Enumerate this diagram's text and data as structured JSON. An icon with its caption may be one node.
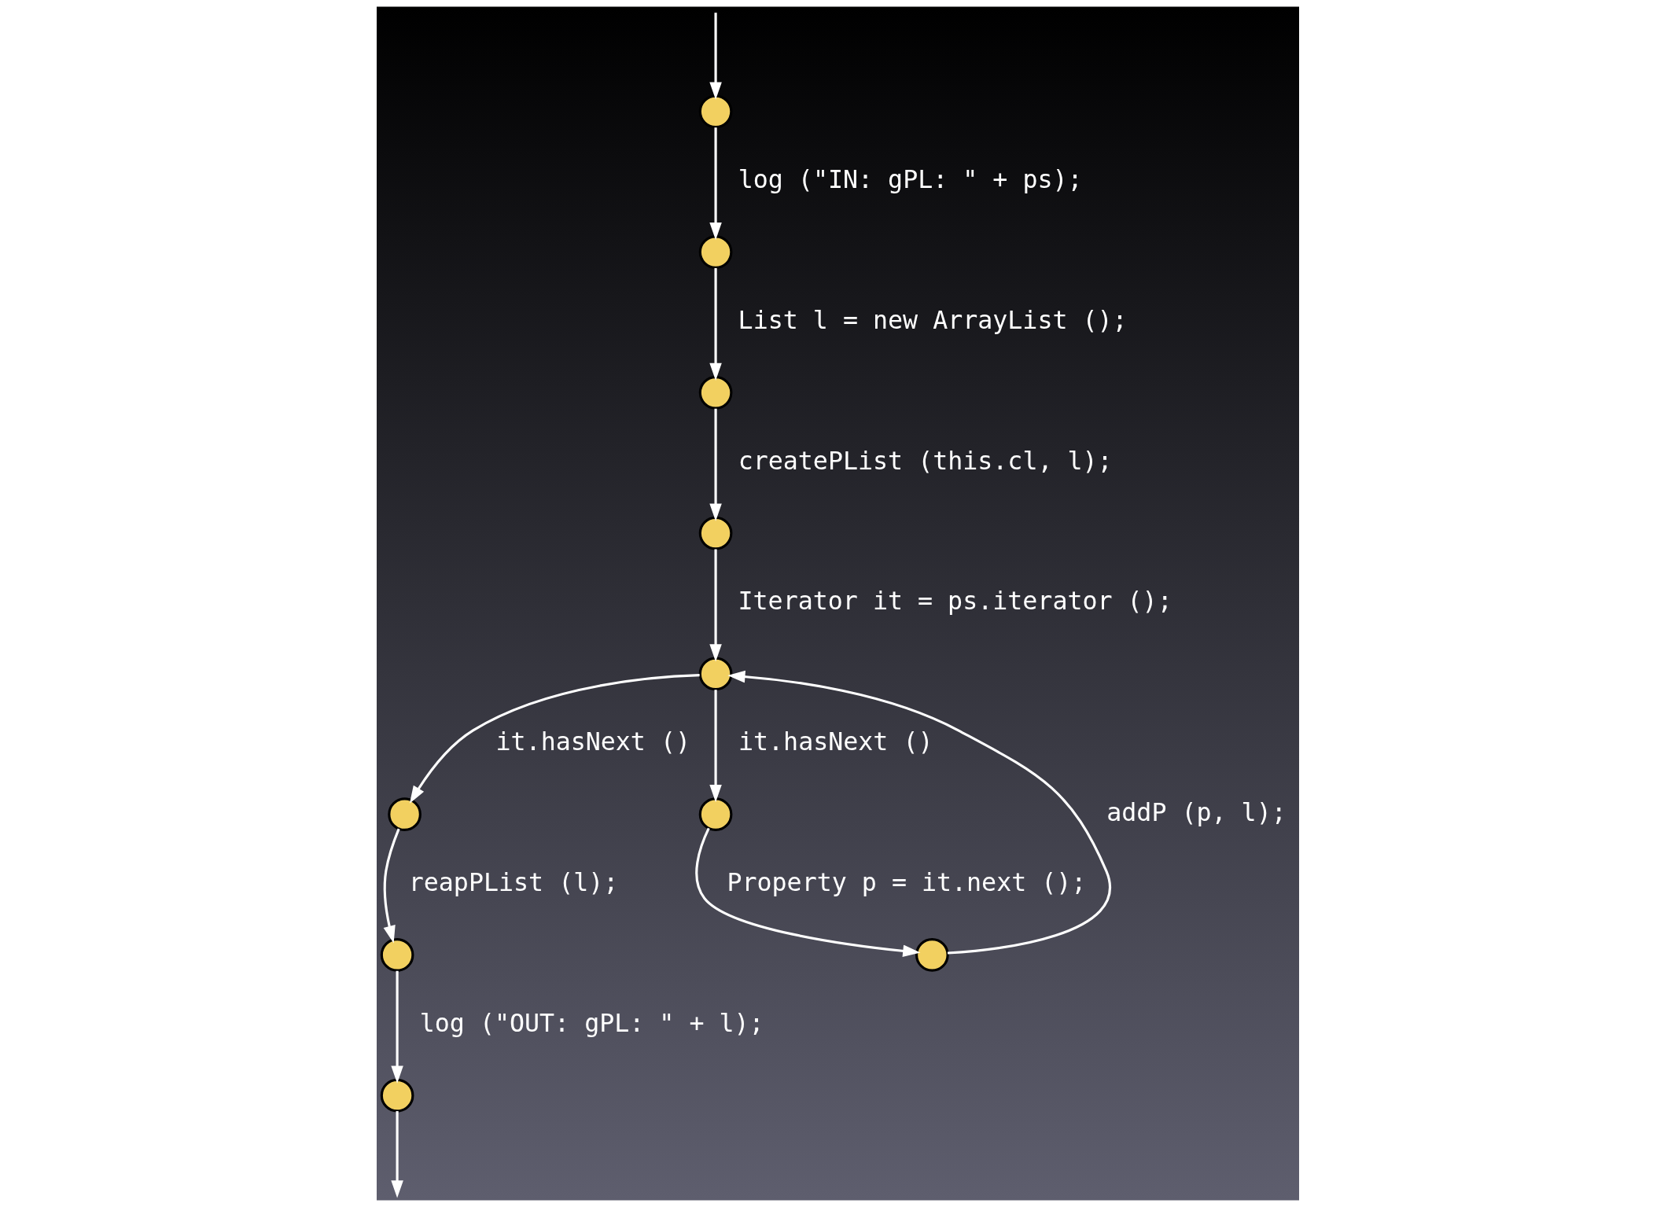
{
  "diagram": {
    "nodes": [
      {
        "text": [],
        "shape": "circle"
      },
      {
        "text": [],
        "shape": "circle"
      },
      {
        "text": [],
        "shape": "circle"
      },
      {
        "text": [],
        "shape": "circle"
      },
      {
        "text": [],
        "shape": "circle"
      },
      {
        "text": [],
        "shape": "circle"
      },
      {
        "text": [],
        "shape": "circle"
      },
      {
        "text": [],
        "shape": "circle"
      },
      {
        "text": [],
        "shape": "circle"
      },
      {
        "text": [],
        "shape": "circle"
      }
    ],
    "edges": [
      {
        "from": null,
        "to": 0,
        "arrow": "to"
      },
      {
        "from": 0,
        "to": 1,
        "arrow": "to",
        "label": "log (\"IN: gPL: \" + ps);"
      },
      {
        "from": 1,
        "to": 2,
        "arrow": "to",
        "label": "List l = new ArrayList ();"
      },
      {
        "from": 2,
        "to": 3,
        "arrow": "to",
        "label": "createPList (this.cl, l);"
      },
      {
        "from": 3,
        "to": 4,
        "arrow": "to",
        "label": "Iterator it = ps.iterator ();"
      },
      {
        "from": 4,
        "to": 5,
        "arrow": "to",
        "label": "it.hasNext ()"
      },
      {
        "from": 4,
        "to": 6,
        "arrow": "to",
        "label": "it.hasNext ()"
      },
      {
        "from": 5,
        "to": 7,
        "arrow": "to",
        "label": "reapPList (l);"
      },
      {
        "from": 6,
        "to": 8,
        "arrow": "to",
        "label": "Property p = it.next ();"
      },
      {
        "from": 8,
        "to": 4,
        "arrow": "to",
        "label": "addP (p, l);"
      },
      {
        "from": 7,
        "to": 9,
        "arrow": "to",
        "label": "log (\"OUT: gPL: \" + l);"
      },
      {
        "from": 9,
        "to": null,
        "arrow": "to"
      }
    ]
  }
}
